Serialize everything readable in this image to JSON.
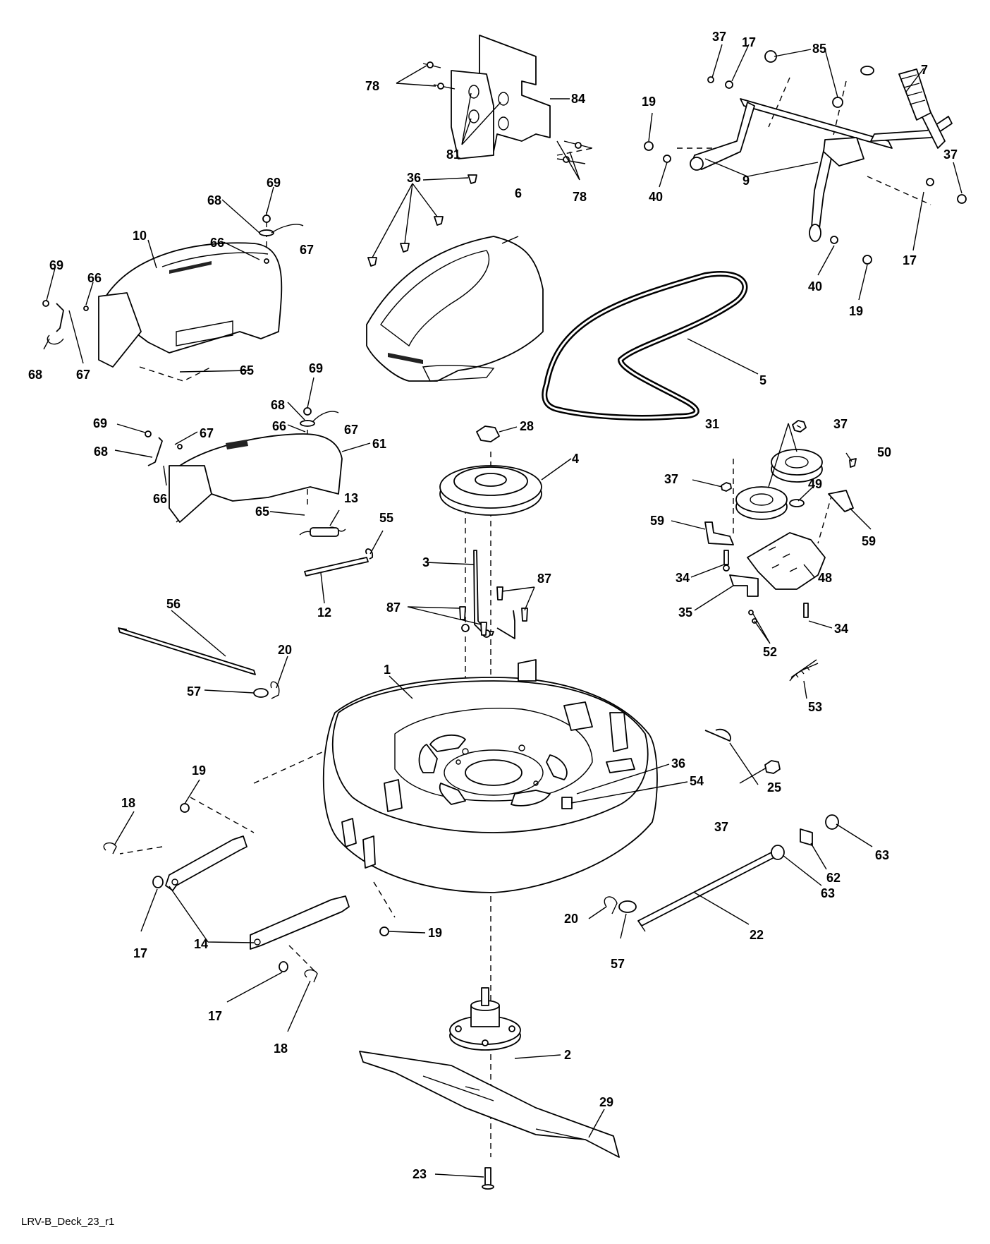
{
  "drawing_ref": "LRV-B_Deck_23_r1",
  "callouts": [
    {
      "id": "c78a",
      "text": "78"
    },
    {
      "id": "c84",
      "text": "84"
    },
    {
      "id": "c81",
      "text": "81"
    },
    {
      "id": "c78b",
      "text": "78"
    },
    {
      "id": "c37a",
      "text": "37"
    },
    {
      "id": "c17a",
      "text": "17"
    },
    {
      "id": "c85",
      "text": "85"
    },
    {
      "id": "c7",
      "text": "7"
    },
    {
      "id": "c19a",
      "text": "19"
    },
    {
      "id": "c37b",
      "text": "37"
    },
    {
      "id": "c40a",
      "text": "40"
    },
    {
      "id": "c9",
      "text": "9"
    },
    {
      "id": "c17b",
      "text": "17"
    },
    {
      "id": "c40b",
      "text": "40"
    },
    {
      "id": "c19b",
      "text": "19"
    },
    {
      "id": "c36a",
      "text": "36"
    },
    {
      "id": "c6",
      "text": "6"
    },
    {
      "id": "c5",
      "text": "5"
    },
    {
      "id": "c69a",
      "text": "69"
    },
    {
      "id": "c68a",
      "text": "68"
    },
    {
      "id": "c66a",
      "text": "66"
    },
    {
      "id": "c67a",
      "text": "67"
    },
    {
      "id": "c10",
      "text": "10"
    },
    {
      "id": "c69b",
      "text": "69"
    },
    {
      "id": "c66b",
      "text": "66"
    },
    {
      "id": "c68b",
      "text": "68"
    },
    {
      "id": "c67b",
      "text": "67"
    },
    {
      "id": "c65a",
      "text": "65"
    },
    {
      "id": "c69c",
      "text": "69"
    },
    {
      "id": "c68c",
      "text": "68"
    },
    {
      "id": "c66c",
      "text": "66"
    },
    {
      "id": "c67c",
      "text": "67"
    },
    {
      "id": "c61",
      "text": "61"
    },
    {
      "id": "c69d",
      "text": "69"
    },
    {
      "id": "c67d",
      "text": "67"
    },
    {
      "id": "c68d",
      "text": "68"
    },
    {
      "id": "c66d",
      "text": "66"
    },
    {
      "id": "c65b",
      "text": "65"
    },
    {
      "id": "c28",
      "text": "28"
    },
    {
      "id": "c4",
      "text": "4"
    },
    {
      "id": "c37c",
      "text": "37"
    },
    {
      "id": "c31",
      "text": "31"
    },
    {
      "id": "c50",
      "text": "50"
    },
    {
      "id": "c37d",
      "text": "37"
    },
    {
      "id": "c49",
      "text": "49"
    },
    {
      "id": "c59a",
      "text": "59"
    },
    {
      "id": "c59b",
      "text": "59"
    },
    {
      "id": "c34a",
      "text": "34"
    },
    {
      "id": "c48",
      "text": "48"
    },
    {
      "id": "c35",
      "text": "35"
    },
    {
      "id": "c34b",
      "text": "34"
    },
    {
      "id": "c52",
      "text": "52"
    },
    {
      "id": "c53",
      "text": "53"
    },
    {
      "id": "c13",
      "text": "13"
    },
    {
      "id": "c55",
      "text": "55"
    },
    {
      "id": "c12",
      "text": "12"
    },
    {
      "id": "c3",
      "text": "3"
    },
    {
      "id": "c87a",
      "text": "87"
    },
    {
      "id": "c87b",
      "text": "87"
    },
    {
      "id": "c56",
      "text": "56"
    },
    {
      "id": "c20a",
      "text": "20"
    },
    {
      "id": "c57a",
      "text": "57"
    },
    {
      "id": "c1",
      "text": "1"
    },
    {
      "id": "c36b",
      "text": "36"
    },
    {
      "id": "c54",
      "text": "54"
    },
    {
      "id": "c25",
      "text": "25"
    },
    {
      "id": "c19c",
      "text": "19"
    },
    {
      "id": "c18a",
      "text": "18"
    },
    {
      "id": "c17c",
      "text": "17"
    },
    {
      "id": "c14",
      "text": "14"
    },
    {
      "id": "c19d",
      "text": "19"
    },
    {
      "id": "c17d",
      "text": "17"
    },
    {
      "id": "c18b",
      "text": "18"
    },
    {
      "id": "c37e",
      "text": "37"
    },
    {
      "id": "c63a",
      "text": "63"
    },
    {
      "id": "c62",
      "text": "62"
    },
    {
      "id": "c63b",
      "text": "63"
    },
    {
      "id": "c20b",
      "text": "20"
    },
    {
      "id": "c57b",
      "text": "57"
    },
    {
      "id": "c22",
      "text": "22"
    },
    {
      "id": "c2",
      "text": "2"
    },
    {
      "id": "c29",
      "text": "29"
    },
    {
      "id": "c23",
      "text": "23"
    }
  ]
}
